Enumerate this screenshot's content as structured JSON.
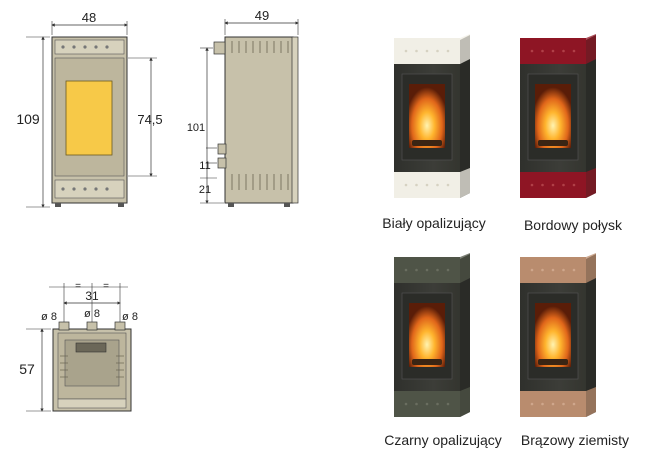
{
  "front_view": {
    "width_label": "48",
    "height_label": "109",
    "window_height_label": "74,5"
  },
  "side_view": {
    "depth_label": "49",
    "height_label": "101",
    "pipe_gap_label": "11",
    "pipe_base_label": "21"
  },
  "top_view": {
    "depth_label": "57",
    "spacing_label": "31",
    "equal_mark": "=",
    "pipe_left_label": "ø 8",
    "pipe_center_label": "ø 8",
    "pipe_right_label": "ø 8"
  },
  "variants": [
    {
      "label": "Biały opalizujący",
      "panel_color": "#f1efe6",
      "panel_rivet": "#d6d2c2"
    },
    {
      "label": "Bordowy połysk",
      "panel_color": "#8e1524",
      "panel_rivet": "#b04048"
    },
    {
      "label": "Czarny opalizujący",
      "panel_color": "#4f5447",
      "panel_rivet": "#6a6e60"
    },
    {
      "label": "Brązowy ziemisty",
      "panel_color": "#b98c6e",
      "panel_rivet": "#cfa78c"
    }
  ],
  "colors": {
    "body_beige": "#c7c1aa",
    "window_yellow": "#f7c948",
    "stove_dark": "#3a3b36",
    "line": "#333333"
  }
}
